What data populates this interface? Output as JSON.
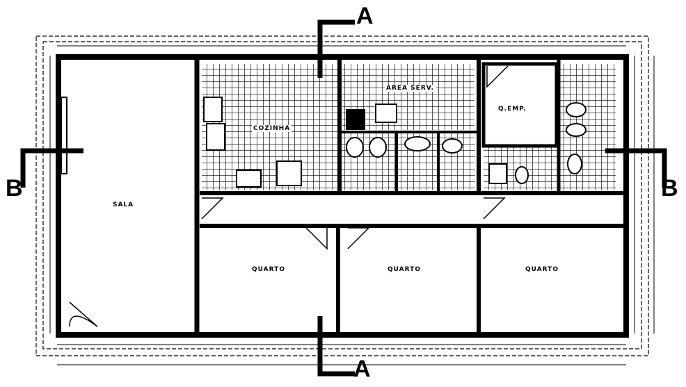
{
  "colors": {
    "ink": "#000000",
    "paper": "#ffffff"
  },
  "section_marks": {
    "a_top": "A",
    "a_bottom": "A",
    "b_left": "B",
    "b_right": "B"
  },
  "rooms": {
    "sala": "SALA",
    "quarto_1": "QUARTO",
    "quarto_2": "QUARTO",
    "quarto_3": "QUARTO",
    "cozinha": "COZINHA",
    "area_servico": "AREA SERV.",
    "quarto_empregada": "Q.EMP."
  }
}
